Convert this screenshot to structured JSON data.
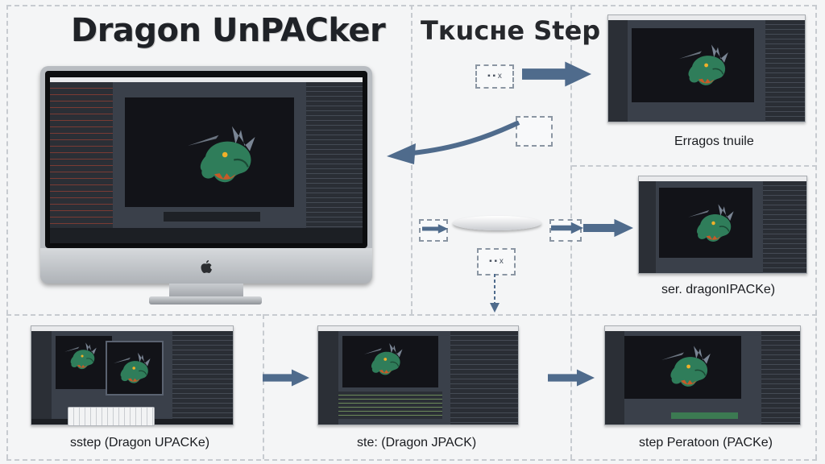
{
  "header": {
    "title": "Dragon UnPACker",
    "subtitle": "Tкucнe Step"
  },
  "captions": {
    "top_right": "Erragos tnuile",
    "mid_right": "ser. dragonIPACKe)",
    "bottom_left": "sstep (Dragon UPACKe)",
    "bottom_mid": "ste: (Dragon JPACK)",
    "bottom_right": "step Peratoon (PACKe)"
  },
  "chips": {
    "chip_top": "▪ ▪ x",
    "chip_mid": "▪ ▪ x"
  },
  "colors": {
    "arrow": "#4f6b8c",
    "dragon": "#2f7d5a",
    "background": "#f4f5f6"
  },
  "icons": {
    "computer_logo": "apple-logo-icon",
    "arrow": "arrow-right-icon"
  }
}
